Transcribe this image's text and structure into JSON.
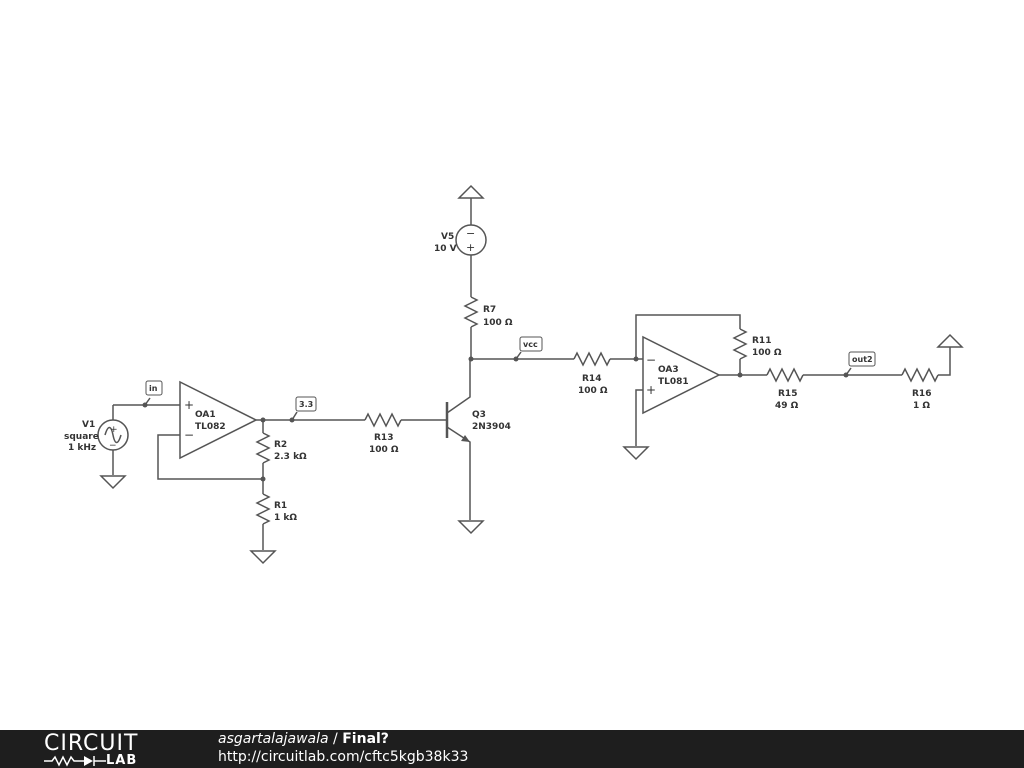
{
  "components": {
    "v1": {
      "name": "V1",
      "type": "square",
      "freq": "1 kHz"
    },
    "oa1": {
      "name": "OA1",
      "model": "TL082"
    },
    "r2": {
      "name": "R2",
      "value": "2.3 kΩ"
    },
    "r1": {
      "name": "R1",
      "value": "1 kΩ"
    },
    "r13": {
      "name": "R13",
      "value": "100 Ω"
    },
    "q3": {
      "name": "Q3",
      "model": "2N3904"
    },
    "v5": {
      "name": "V5",
      "value": "10 V"
    },
    "r7": {
      "name": "R7",
      "value": "100 Ω"
    },
    "r14": {
      "name": "R14",
      "value": "100 Ω"
    },
    "oa3": {
      "name": "OA3",
      "model": "TL081"
    },
    "r11": {
      "name": "R11",
      "value": "100 Ω"
    },
    "r15": {
      "name": "R15",
      "value": "49 Ω"
    },
    "r16": {
      "name": "R16",
      "value": "1 Ω"
    }
  },
  "nets": {
    "in": "in",
    "n33": "3.3",
    "vcc": "vcc",
    "out2": "out2"
  },
  "symbols": {
    "plus": "+",
    "minus": "−"
  },
  "footer": {
    "logo_top": "CIRCUIT",
    "logo_bottom": "LAB",
    "user": "asgartalajawala",
    "separator": " / ",
    "project": "Final?",
    "url": "http://circuitlab.com/cftc5kgb38k33"
  },
  "colors": {
    "wire": "#555555",
    "footer_bg": "#1e1e1e",
    "footer_text": "#ffffff"
  }
}
